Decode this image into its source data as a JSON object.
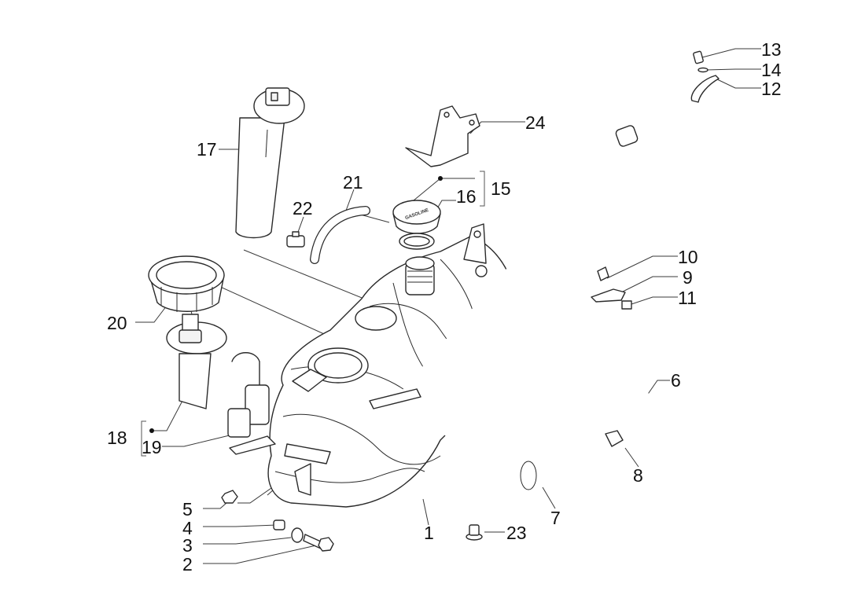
{
  "diagram": {
    "type": "exploded-parts-diagram",
    "subject": "fuel tank assembly",
    "callouts": [
      {
        "id": "c1",
        "label": "1"
      },
      {
        "id": "c2",
        "label": "2"
      },
      {
        "id": "c3",
        "label": "3"
      },
      {
        "id": "c4",
        "label": "4"
      },
      {
        "id": "c5",
        "label": "5"
      },
      {
        "id": "c6",
        "label": "6"
      },
      {
        "id": "c7",
        "label": "7"
      },
      {
        "id": "c8",
        "label": "8"
      },
      {
        "id": "c9",
        "label": "9"
      },
      {
        "id": "c10",
        "label": "10"
      },
      {
        "id": "c11",
        "label": "11"
      },
      {
        "id": "c12",
        "label": "12"
      },
      {
        "id": "c13",
        "label": "13"
      },
      {
        "id": "c14",
        "label": "14"
      },
      {
        "id": "c15",
        "label": "15"
      },
      {
        "id": "c16",
        "label": "16"
      },
      {
        "id": "c17",
        "label": "17"
      },
      {
        "id": "c18",
        "label": "18"
      },
      {
        "id": "c19",
        "label": "19"
      },
      {
        "id": "c20",
        "label": "20"
      },
      {
        "id": "c21",
        "label": "21"
      },
      {
        "id": "c22",
        "label": "22"
      },
      {
        "id": "c23",
        "label": "23"
      },
      {
        "id": "c24",
        "label": "24"
      }
    ],
    "groups": [
      {
        "label": "15",
        "includes": [
          "15",
          "16"
        ]
      },
      {
        "label": "18",
        "includes": [
          "18",
          "19"
        ]
      }
    ],
    "cap_text": "GASOLINE"
  }
}
